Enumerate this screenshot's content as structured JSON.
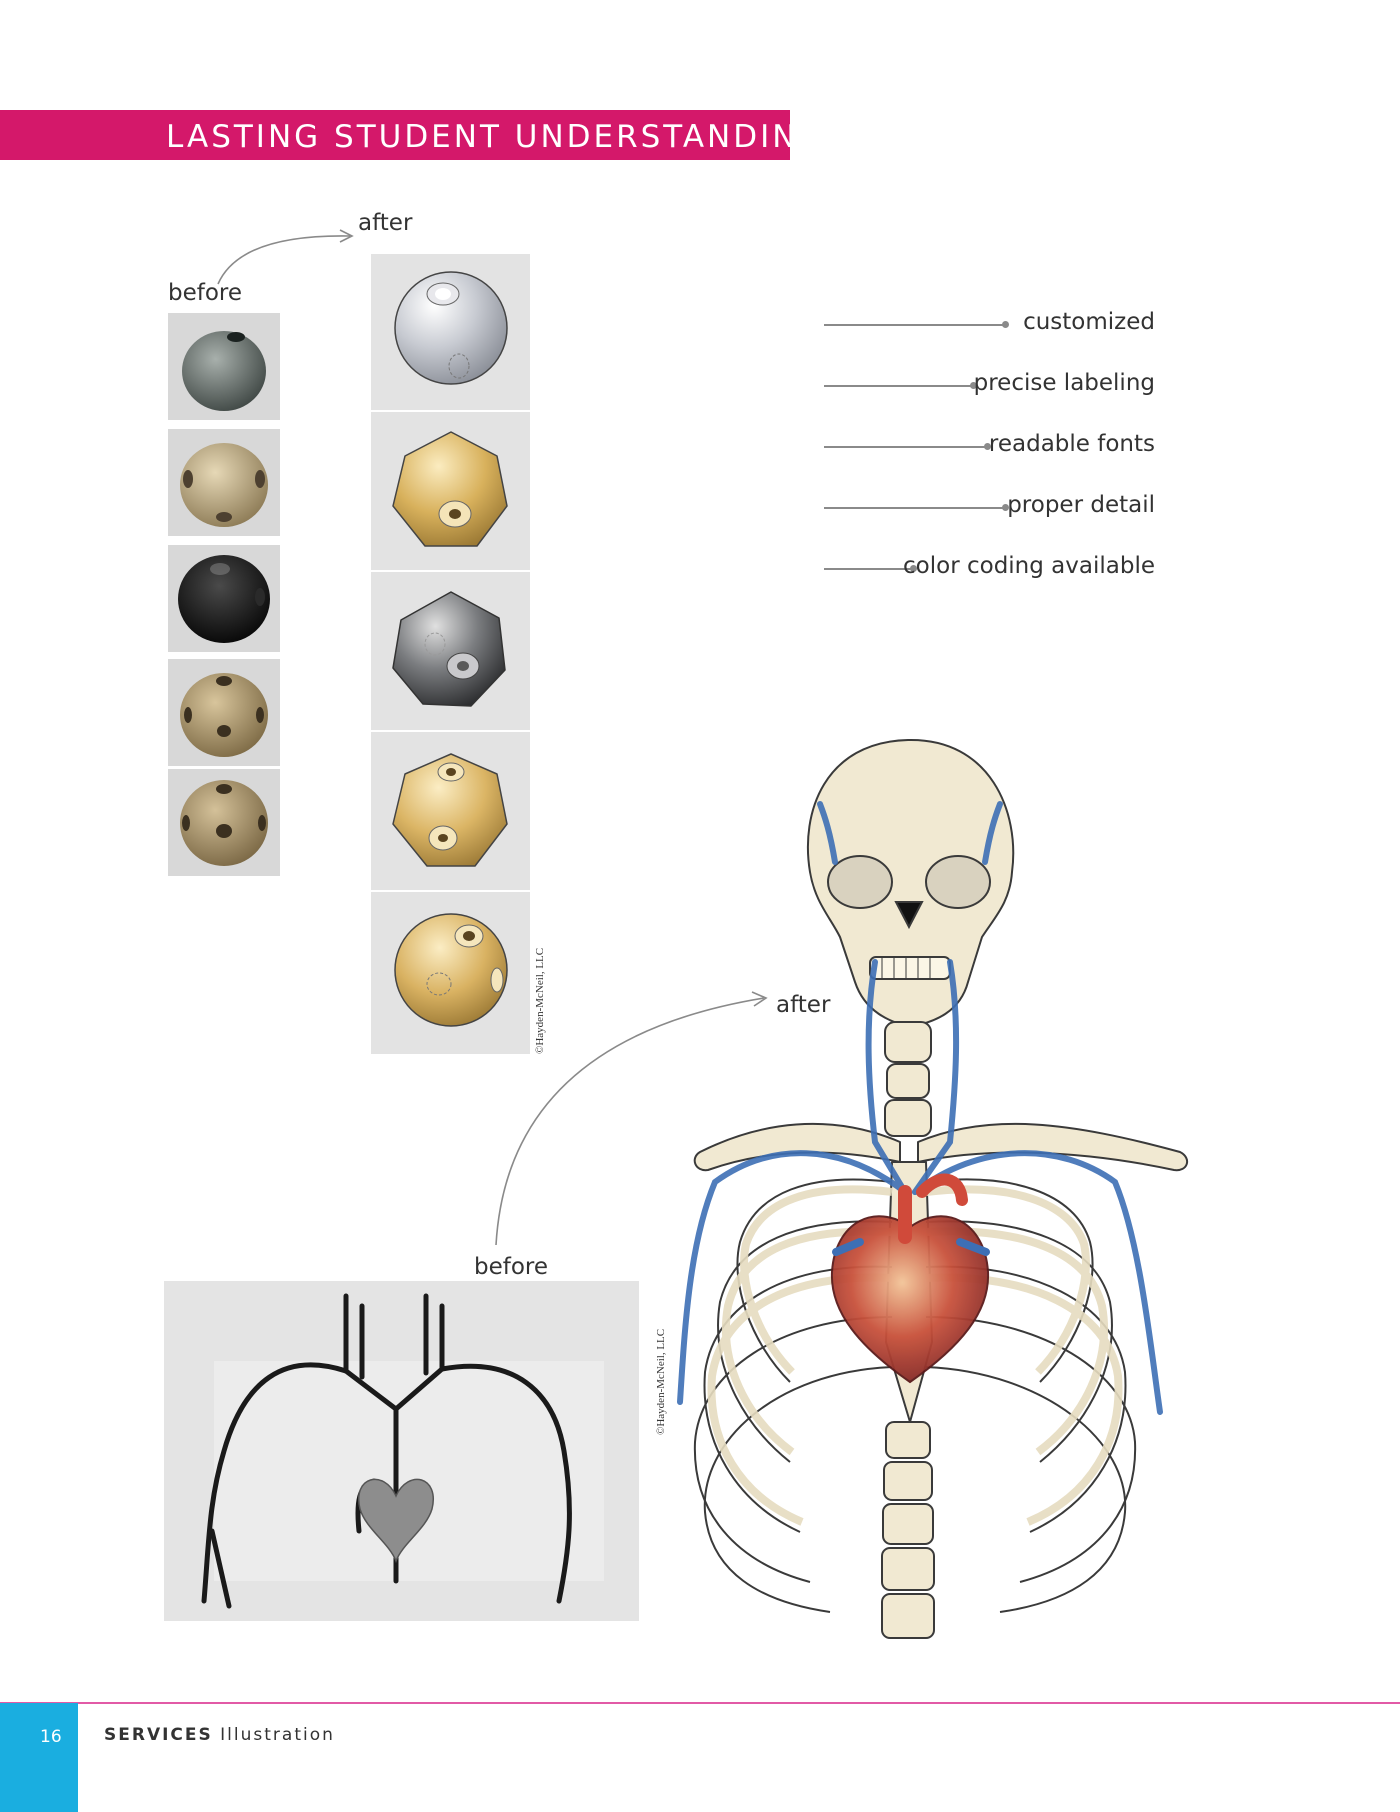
{
  "header": {
    "title": "LASTING STUDENT UNDERSTANDING"
  },
  "model_comparison": {
    "before_label": "before",
    "after_label": "after",
    "credit": "©Hayden-McNeil, LLC"
  },
  "features": [
    {
      "label": "customized"
    },
    {
      "label": "precise labeling"
    },
    {
      "label": "readable fonts"
    },
    {
      "label": "proper detail"
    },
    {
      "label": "color coding available"
    }
  ],
  "anatomy_comparison": {
    "before_label": "before",
    "after_label": "after",
    "credit": "©Hayden-McNeil, LLC"
  },
  "footer": {
    "page_number": "16",
    "section": "SERVICES",
    "subsection": "Illustration"
  },
  "colors": {
    "banner": "#d4186a",
    "page_tab": "#1aaee0",
    "footer_rule": "#e25aa6",
    "vein_blue": "#3d6fb5",
    "bone": "#f1e9d2"
  }
}
